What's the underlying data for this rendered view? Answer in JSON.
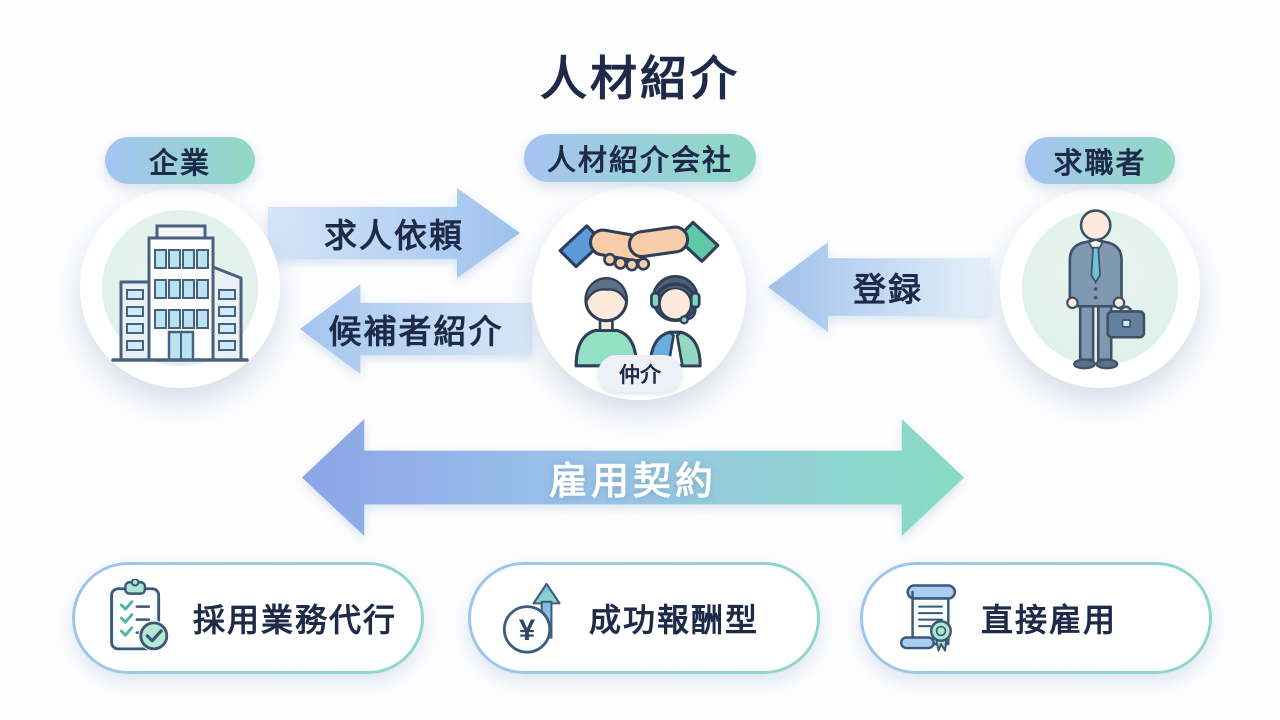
{
  "title": "人材紹介",
  "entities": {
    "company": {
      "label": "企業",
      "icon": "building-icon"
    },
    "agency": {
      "label": "人材紹介会社",
      "badge": "仲介",
      "icon": "handshake-people-icon"
    },
    "jobseeker": {
      "label": "求職者",
      "icon": "businessman-icon"
    }
  },
  "flows": {
    "job_request": {
      "label": "求人依頼",
      "direction": "right"
    },
    "candidate_intro": {
      "label": "候補者紹介",
      "direction": "left"
    },
    "registration": {
      "label": "登録",
      "direction": "left"
    },
    "employment_contract": {
      "label": "雇用契約",
      "direction": "both"
    }
  },
  "features": [
    {
      "label": "採用業務代行",
      "icon": "clipboard-check-icon"
    },
    {
      "label": "成功報酬型",
      "icon": "yen-growth-icon",
      "coin_symbol": "¥"
    },
    {
      "label": "直接雇用",
      "icon": "contract-scroll-icon"
    }
  ],
  "colors": {
    "text_dark": "#1e2b48",
    "entity_pill_gradient_start": "#a5c4f2",
    "entity_pill_gradient_end": "#8fdac2",
    "light_arrow_blue": "#9dc1ee",
    "big_arrow_start": "#8ba5e8",
    "big_arrow_end": "#87dcc2",
    "mint_circle_bg": "#e3f1ec"
  }
}
